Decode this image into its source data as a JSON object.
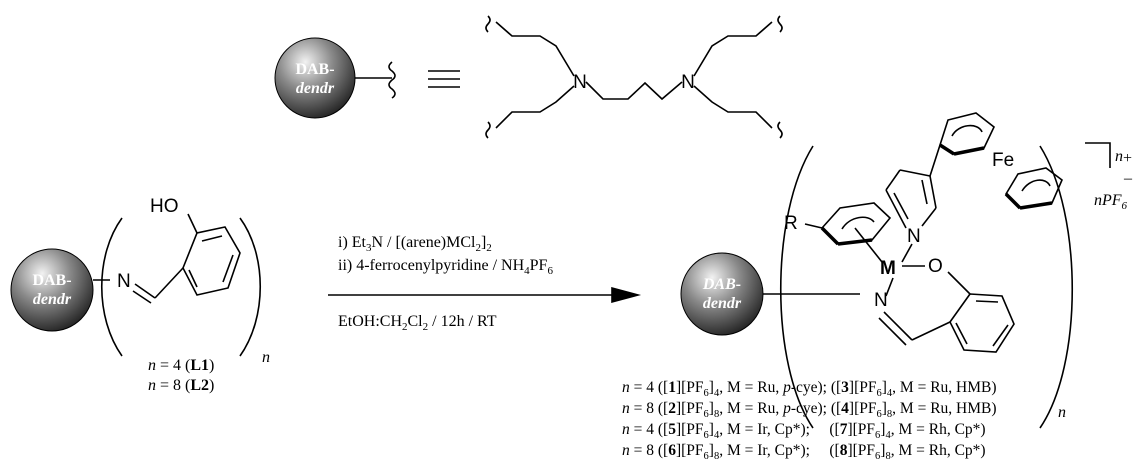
{
  "dendrimer": {
    "line1": "DAB-",
    "line2": "dendr"
  },
  "atoms": {
    "N": "N",
    "HO": "HO",
    "R": "R",
    "M": "M",
    "O": "O",
    "Fe": "Fe"
  },
  "charge": {
    "n": "n",
    "plus": "+",
    "minus": "–",
    "counterion_n": "n",
    "counterion_pf": "PF",
    "counterion_sub": "6"
  },
  "repeat_n": "n",
  "ligand_labels": [
    {
      "n": "n",
      "eq": " = 4 (",
      "id": "L1",
      "close": ")"
    },
    {
      "n": "n",
      "eq": " = 8 (",
      "id": "L2",
      "close": ")"
    }
  ],
  "conditions": {
    "step1": {
      "pre": "i) Et",
      "s1": "3",
      "mid": "N / [(arene)MCl",
      "s2": "2",
      "post": "]",
      "s3": "2"
    },
    "step2": {
      "pre": "ii) 4-ferrocenylpyridine / NH",
      "s1": "4",
      "mid": "PF",
      "s2": "6"
    },
    "step3": {
      "pre": "EtOH:CH",
      "s1": "2",
      "mid": "Cl",
      "s2": "2",
      "post": " / 12h  / RT"
    }
  },
  "legend": [
    {
      "n": "n",
      "eq": " = 4 ([",
      "c1": "1",
      "a1": "][PF",
      "s1": "6",
      "b1": "]",
      "x1": "4",
      "d1": ", M = Ru, ",
      "i1": "p",
      "e1": "-cye); ([",
      "c2": "3",
      "a2": "][PF",
      "s2": "6",
      "b2": "]",
      "x2": "4",
      "d2": ", M = Ru, HMB)"
    },
    {
      "n": "n",
      "eq": " = 8 ([",
      "c1": "2",
      "a1": "][PF",
      "s1": "6",
      "b1": "]",
      "x1": "8",
      "d1": ", M = Ru, ",
      "i1": "p",
      "e1": "-cye); ([",
      "c2": "4",
      "a2": "][PF",
      "s2": "6",
      "b2": "]",
      "x2": "8",
      "d2": ", M = Ru, HMB)"
    },
    {
      "n": "n",
      "eq": " = 4 ([",
      "c1": "5",
      "a1": "][PF",
      "s1": "6",
      "b1": "]",
      "x1": "4",
      "d1": ", M = Ir, Cp*);",
      "i1": "",
      "e1": "     ([",
      "c2": "7",
      "a2": "][PF",
      "s2": "6",
      "b2": "]",
      "x2": "4",
      "d2": ", M = Rh, Cp*)"
    },
    {
      "n": "n",
      "eq": " = 8 ([",
      "c1": "6",
      "a1": "][PF",
      "s1": "6",
      "b1": "]",
      "x1": "8",
      "d1": ", M = Ir, Cp*);",
      "i1": "",
      "e1": "     ([",
      "c2": "8",
      "a2": "][PF",
      "s2": "6",
      "b2": "]",
      "x2": "8",
      "d2": ", M = Rh, Cp*)"
    }
  ]
}
